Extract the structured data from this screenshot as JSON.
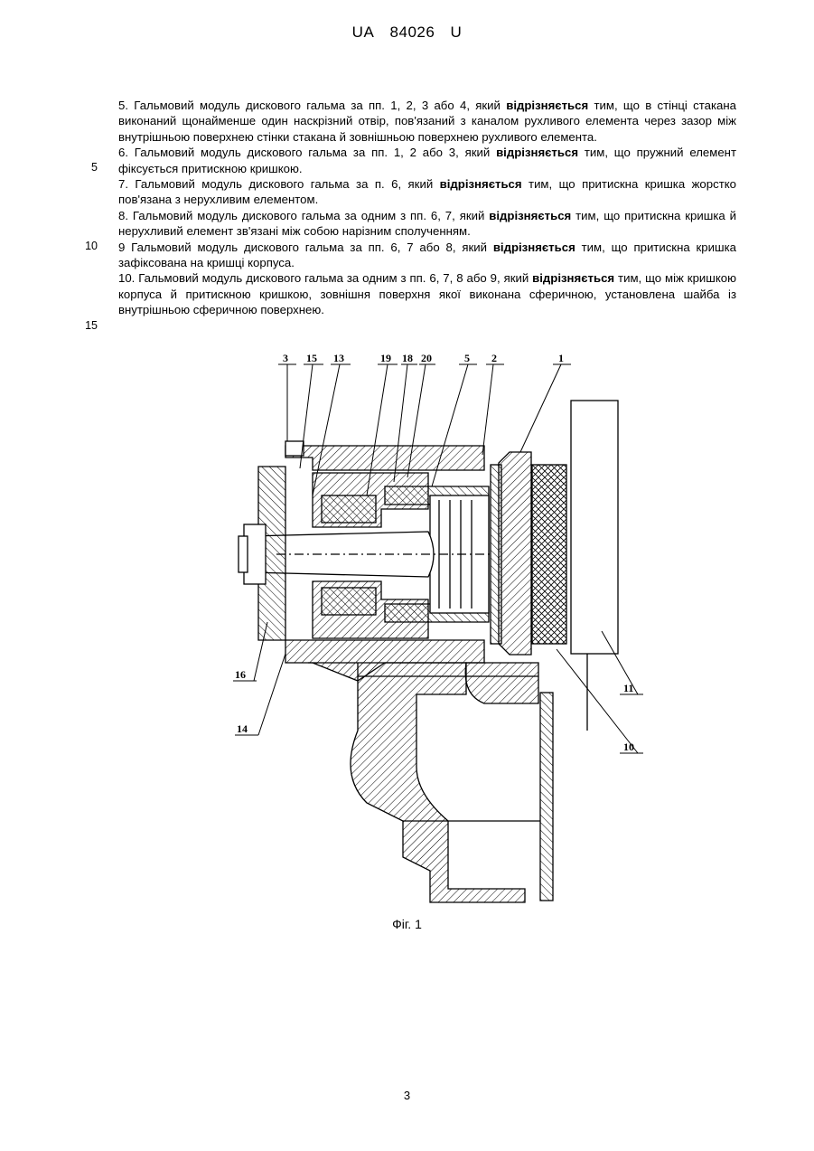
{
  "header": {
    "country": "UA",
    "number": "84026",
    "kind": "U"
  },
  "claims": [
    {
      "pre": "5. Гальмовий модуль дискового гальма за пп. 1, 2, 3 або 4, який ",
      "bold": "відрізняється",
      "post": " тим, що в стінці стакана виконаний щонайменше один наскрізний отвір, пов'язаний з каналом рухливого елемента через зазор між внутрішньою поверхнею стінки стакана й зовнішньою поверхнею рухливого елемента."
    },
    {
      "pre": "6. Гальмовий модуль дискового гальма за пп. 1, 2 або 3, який ",
      "bold": "відрізняється",
      "post": " тим, що пружний елемент фіксується притискною кришкою."
    },
    {
      "pre": "7. Гальмовий модуль дискового гальма за п. 6, який ",
      "bold": "відрізняється",
      "post": " тим, що притискна кришка жорстко пов'язана з нерухливим елементом."
    },
    {
      "pre": "8. Гальмовий модуль дискового гальма за одним з пп. 6, 7, який ",
      "bold": "відрізняється",
      "post": " тим, що притискна кришка й нерухливий елемент зв'язані між собою нарізним сполученням."
    },
    {
      "pre": "9 Гальмовий модуль дискового гальма за пп. 6, 7 або 8, який ",
      "bold": "відрізняється",
      "post": " тим, що притискна кришка зафіксована на кришці корпуса."
    },
    {
      "pre": "10. Гальмовий модуль дискового гальма за одним з пп. 6, 7, 8 або 9, який ",
      "bold": "відрізняється",
      "post": " тим, що між кришкою корпуса й притискною кришкою, зовнішня поверхня якої виконана сферичною, установлена шайба із внутрішньою сферичною поверхнею."
    }
  ],
  "line_numbers": [
    "5",
    "10",
    "15"
  ],
  "figure": {
    "labels": {
      "l3": "3",
      "l15": "15",
      "l13": "13",
      "l19": "19",
      "l18": "18",
      "l20": "20",
      "l5": "5",
      "l2": "2",
      "l1": "1",
      "l16": "16",
      "l14": "14",
      "l11": "11",
      "l10": "10"
    },
    "caption": "Фіг. 1"
  },
  "page_number": "3"
}
